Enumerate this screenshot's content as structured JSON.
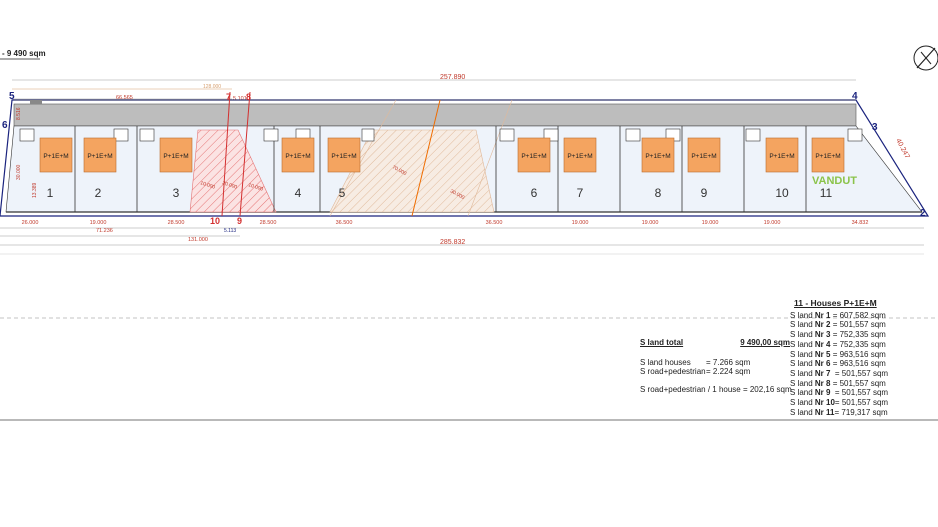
{
  "header": {
    "area_title": "- 9 490 sqm"
  },
  "dimensions": {
    "top_total": "257.890",
    "top_partial": "128.000",
    "top_left": "66.565",
    "top_gap": "5.101",
    "bottom_total": "285.832",
    "bottom_131": "131.000",
    "bottom_71": "71.236",
    "bottom_small": "5.113",
    "right_side": "40.247",
    "left_side_a": "8.516",
    "left_side_b": "30.000",
    "left_side_c": "13.389",
    "diag_a": "10.000",
    "diag_b": "20.000",
    "diag_c": "10.000",
    "diag_d": "20.000",
    "diag_e": "70.000",
    "diag_f": "30.000"
  },
  "plot_widths": [
    "26.000",
    "19.000",
    "28.500",
    "28.500",
    "36.500",
    "36.500",
    "19.000",
    "19.000",
    "19.000",
    "19.000",
    "34.832"
  ],
  "corner_labels": [
    "5",
    "6",
    "7",
    "8",
    "4",
    "3",
    "2",
    "10",
    "9"
  ],
  "houses": [
    {
      "num": "1",
      "label": "P+1E+M"
    },
    {
      "num": "2",
      "label": "P+1E+M"
    },
    {
      "num": "3",
      "label": "P+1E+M"
    },
    {
      "num": "4",
      "label": "P+1E+M"
    },
    {
      "num": "5",
      "label": "P+1E+M"
    },
    {
      "num": "6",
      "label": "P+1E+M"
    },
    {
      "num": "7",
      "label": "P+1E+M"
    },
    {
      "num": "8",
      "label": "P+1E+M"
    },
    {
      "num": "9",
      "label": "P+1E+M"
    },
    {
      "num": "10",
      "label": "P+1E+M"
    },
    {
      "num": "11",
      "label": "P+1E+M"
    }
  ],
  "sold_label": "VANDUT",
  "summary": {
    "total_label": "S land total",
    "total_value": "9 490,00 sqm",
    "houses_label": "S land houses",
    "houses_value": "= 7.266 sqm",
    "road_label": "S road+pedestrian",
    "road_value": "= 2.224 sqm",
    "per_house": "S road+pedestrian / 1 house  = 202,16 sqm"
  },
  "lots": {
    "title": "11  - Houses  P+1E+M",
    "items": [
      {
        "prefix": "S land ",
        "nr": "Nr 1",
        "value": " = 607,582 sqm"
      },
      {
        "prefix": "S land ",
        "nr": "Nr 2",
        "value": " = 501,557 sqm"
      },
      {
        "prefix": "S land ",
        "nr": "Nr 3",
        "value": " = 752,335 sqm"
      },
      {
        "prefix": "S land ",
        "nr": "Nr 4",
        "value": " = 752,335 sqm"
      },
      {
        "prefix": "S land ",
        "nr": "Nr 5",
        "value": " = 963,516 sqm"
      },
      {
        "prefix": "S land ",
        "nr": "Nr 6",
        "value": " = 963,516 sqm"
      },
      {
        "prefix": "S land ",
        "nr": "Nr 7",
        "value": "  = 501,557 sqm"
      },
      {
        "prefix": "S land ",
        "nr": "Nr 8",
        "value": " = 501,557 sqm"
      },
      {
        "prefix": "S land ",
        "nr": "Nr 9",
        "value": "  = 501,557 sqm"
      },
      {
        "prefix": "S land ",
        "nr": "Nr 10",
        "value": "= 501,557 sqm"
      },
      {
        "prefix": "S land ",
        "nr": "Nr 11",
        "value": "= 719,317 sqm"
      }
    ]
  },
  "colors": {
    "house": "#f4a460",
    "road": "#bdbdbd",
    "plot_fill": "#eaf1fb",
    "dim": "#c0392b",
    "sold": "#8bc34a",
    "blue": "#1a237e"
  }
}
